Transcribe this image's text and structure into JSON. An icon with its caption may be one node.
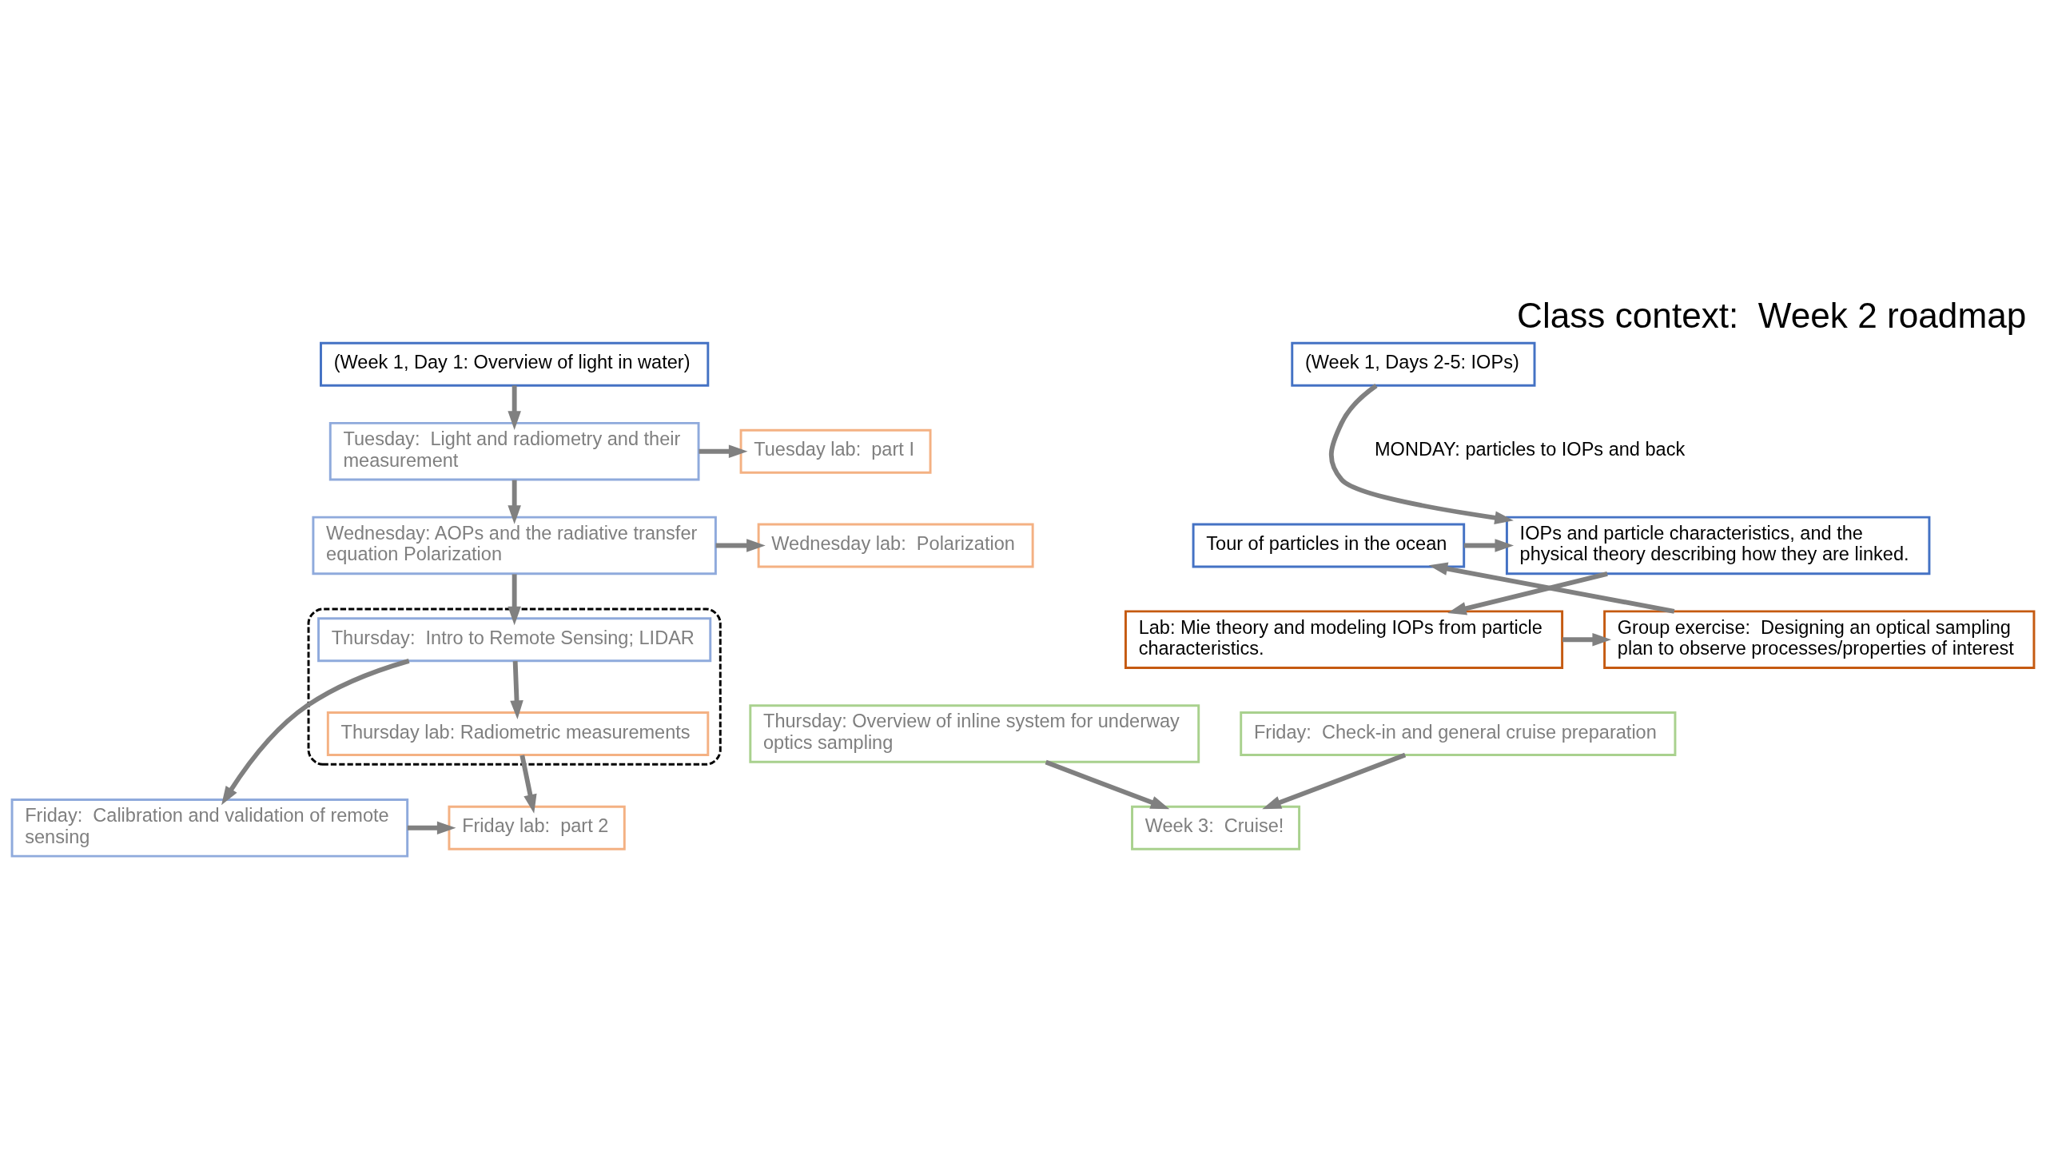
{
  "diagram": {
    "title": "Class context:  Week 2 roadmap",
    "nodes": [
      {
        "text": [
          "(Week 1, Day 1: Overview of light in water)"
        ]
      },
      {
        "text": [
          "(Week 1, Days 2-5: IOPs)"
        ]
      },
      {
        "text": [
          "Tour of particles in the ocean"
        ]
      },
      {
        "text": [
          "IOPs and particle characteristics, and the physical theory describing how they are linked."
        ]
      },
      {
        "text": [
          "Group exercise:  Designing an optical sampling plan to observe processes/properties of interest"
        ]
      },
      {
        "text": [
          "Lab: Mie theory and modeling IOPs from particle characteristics."
        ]
      },
      {
        "text": [
          "Tuesday:  Light and radiometry and their measurement"
        ]
      },
      {
        "text": [
          "Tuesday lab:  part I"
        ]
      },
      {
        "text": [
          "Wednesday: AOPs and the radiative transfer equation Polarization"
        ]
      },
      {
        "text": [
          "Wednesday lab:  Polarization"
        ]
      },
      {
        "text": [],
        "shape": "box"
      },
      {
        "text": [
          "Thursday:  Intro to Remote Sensing; LIDAR"
        ],
        "in": 10
      },
      {
        "text": [
          "Thursday lab: Radiometric measurements"
        ],
        "in": 10
      },
      {
        "text": [
          "Thursday: Overview of inline system for underway optics sampling"
        ]
      },
      {
        "text": [
          "Friday:  Calibration and validation of remote sensing"
        ]
      },
      {
        "text": [
          "Friday lab:  part 2"
        ]
      },
      {
        "text": [
          "Week 3:  Cruise!"
        ]
      },
      {
        "text": [
          "Friday:  Check-in and general cruise preparation"
        ]
      }
    ],
    "edges": [
      {
        "from": 0,
        "to": 6,
        "arrow": "to"
      },
      {
        "from": 1,
        "to": 3,
        "arrow": "to"
      },
      {
        "from": 2,
        "to": 3,
        "arrow": "to"
      },
      {
        "from": 3,
        "to": 5,
        "arrow": "to"
      },
      {
        "from": 5,
        "to": 4,
        "arrow": "to"
      },
      {
        "from": 4,
        "to": 2,
        "arrow": "to"
      },
      {
        "from": 6,
        "to": 7,
        "arrow": "to"
      },
      {
        "from": 6,
        "to": 8,
        "arrow": "to"
      },
      {
        "from": 8,
        "to": 9,
        "arrow": "to"
      },
      {
        "from": 8,
        "to": 11,
        "arrow": "to"
      },
      {
        "from": 11,
        "to": 12,
        "arrow": "to"
      },
      {
        "from": 11,
        "to": 14,
        "arrow": "to"
      },
      {
        "from": 12,
        "to": 15,
        "arrow": "to"
      },
      {
        "from": 13,
        "to": 16,
        "arrow": "to"
      },
      {
        "from": 14,
        "to": 15,
        "arrow": "to"
      },
      {
        "from": 17,
        "to": 16,
        "arrow": "to"
      }
    ],
    "labels": [
      "MONDAY: particles to IOPs and back"
    ]
  }
}
